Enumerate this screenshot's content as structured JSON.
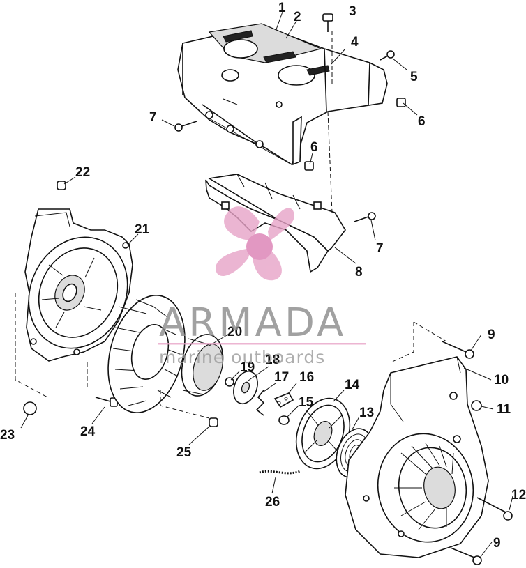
{
  "callouts": [
    "1",
    "2",
    "3",
    "4",
    "5",
    "6",
    "7",
    "6",
    "22",
    "21",
    "7",
    "8",
    "20",
    "9",
    "10",
    "18",
    "19",
    "17",
    "16",
    "14",
    "11",
    "15",
    "13",
    "24",
    "23",
    "25",
    "26",
    "12",
    "9"
  ],
  "watermark": {
    "title": "ARMADA",
    "subtitle": "marine outboards",
    "brand_color": "#e7a3c7",
    "logo_icon": "propeller-icon"
  }
}
